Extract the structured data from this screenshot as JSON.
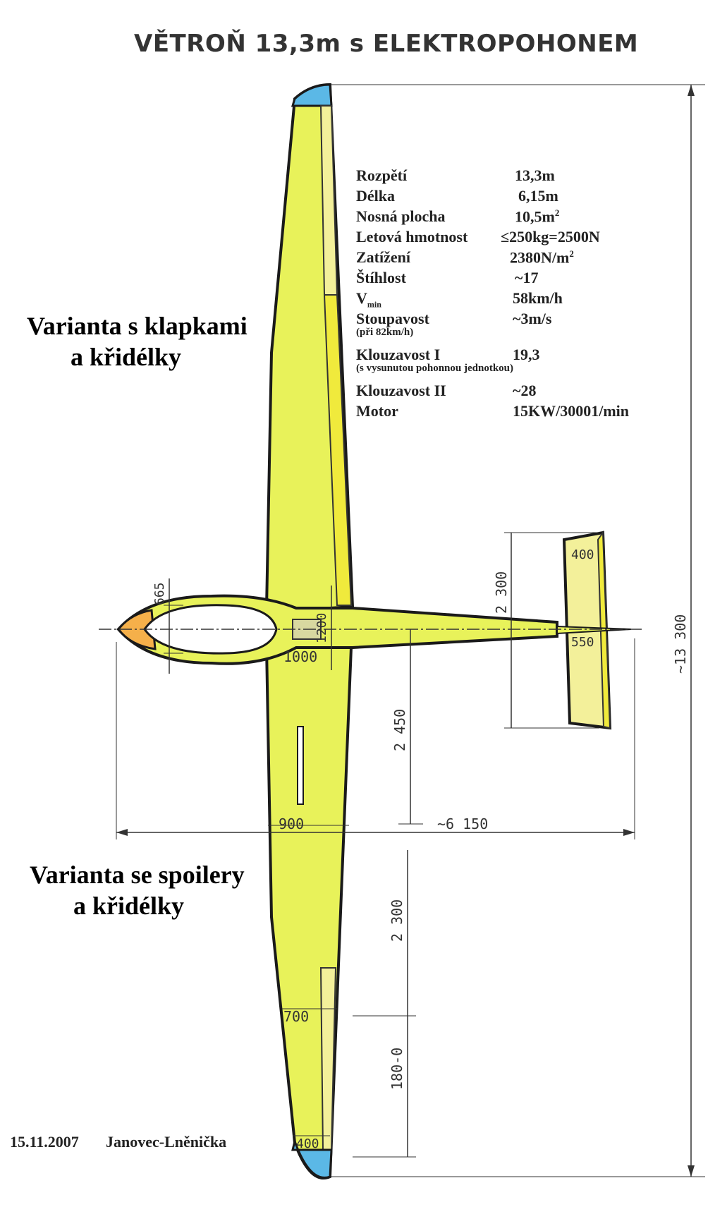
{
  "title": "VĚTROŇ  13,3m s ELEKTROPOHONEM",
  "variants": {
    "top_line1": "Varianta s klapkami",
    "top_line2": "a křidélky",
    "bottom_line1": "Varianta se spoilery",
    "bottom_line2": "a křidélky"
  },
  "specs": {
    "span": {
      "label": "Rozpětí",
      "value": "13,3m"
    },
    "length": {
      "label": "Délka",
      "value": "6,15m"
    },
    "area": {
      "label": "Nosná plocha",
      "value": "10,5m",
      "sup": "2"
    },
    "mass": {
      "label": "Letová hmotnost",
      "value": "≤250kg=2500N"
    },
    "loading": {
      "label": "Zatížení",
      "value": "2380N/m",
      "sup": "2"
    },
    "aspect": {
      "label": "Štíhlost",
      "value": "~17"
    },
    "vmin": {
      "label": "V",
      "sub": "min",
      "value": "58km/h"
    },
    "climb": {
      "label": "Stoupavost",
      "note": "(při  82km/h)",
      "value": "~3m/s"
    },
    "glide1": {
      "label": "Klouzavost I",
      "note": "(s vysunutou pohonnou jednotkou)",
      "value": "19,3"
    },
    "glide2": {
      "label": "Klouzavost II",
      "value": "~28"
    },
    "motor": {
      "label": "Motor",
      "value": "15KW/30001/min"
    }
  },
  "dimensions": {
    "span": "~13 300",
    "length": "~6 150",
    "tail_span": "2 300",
    "half_span_inner": "2 450",
    "outer_panel": "2 300",
    "aileron": "180-0",
    "root_chord": "1000",
    "fuselage_height": "1200",
    "canopy_width": "665",
    "chord_900": "900",
    "chord_700": "700",
    "tip_chord": "400",
    "tail_tip_chord": "400",
    "tail_root_chord": "550"
  },
  "footer": {
    "date": "15.11.2007",
    "authors": "Janovec-Lněnička"
  },
  "colors": {
    "wing": "#e8f25a",
    "flap": "#f0ea3c",
    "tip": "#5bb8e6",
    "nose": "#f5b04a",
    "outline": "#1a1a1a"
  }
}
